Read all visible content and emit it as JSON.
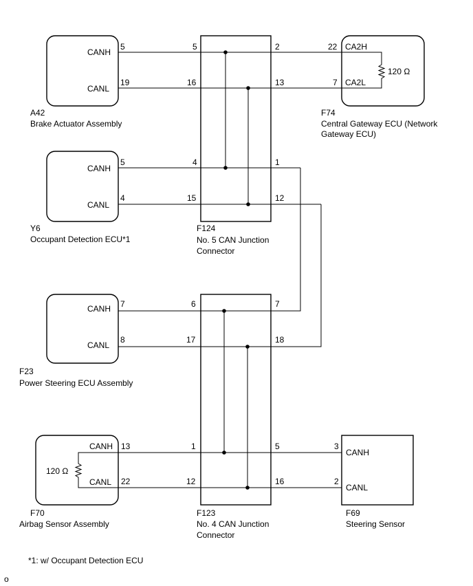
{
  "components": {
    "a42": {
      "code": "A42",
      "name": "Brake Actuator Assembly",
      "canh_label": "CANH",
      "canl_label": "CANL",
      "canh_pin": "5",
      "canl_pin": "19"
    },
    "y6": {
      "code": "Y6",
      "name": "Occupant Detection ECU*1",
      "canh_label": "CANH",
      "canl_label": "CANL",
      "canh_pin": "5",
      "canl_pin": "4"
    },
    "f23": {
      "code": "F23",
      "name": "Power Steering ECU Assembly",
      "canh_label": "CANH",
      "canl_label": "CANL",
      "canh_pin": "7",
      "canl_pin": "8"
    },
    "f70": {
      "code": "F70",
      "name": "Airbag Sensor Assembly",
      "canh_label": "CANH",
      "canl_label": "CANL",
      "canh_pin": "13",
      "canl_pin": "22",
      "resistor": "120 Ω"
    },
    "f74": {
      "code": "F74",
      "name_line1": "Central Gateway ECU (Network",
      "name_line2": "Gateway ECU)",
      "canh_label": "CA2H",
      "canl_label": "CA2L",
      "canh_pin": "22",
      "canl_pin": "7",
      "resistor": "120 Ω"
    },
    "f69": {
      "code": "F69",
      "name": "Steering Sensor",
      "canh_label": "CANH",
      "canl_label": "CANL",
      "canh_pin": "3",
      "canl_pin": "2"
    }
  },
  "junctions": {
    "f124": {
      "code": "F124",
      "name_line1": "No. 5 CAN Junction",
      "name_line2": "Connector",
      "pins": {
        "l1": "5",
        "l2": "16",
        "l3": "4",
        "l4": "15",
        "r1": "2",
        "r2": "13",
        "r3": "1",
        "r4": "12"
      }
    },
    "f123": {
      "code": "F123",
      "name_line1": "No. 4 CAN Junction",
      "name_line2": "Connector",
      "pins": {
        "l1": "6",
        "l2": "17",
        "l3": "1",
        "l4": "12",
        "r1": "7",
        "r2": "18",
        "r3": "5",
        "r4": "16"
      }
    }
  },
  "footnote": "*1: w/ Occupant Detection ECU",
  "corner_mark": "o"
}
